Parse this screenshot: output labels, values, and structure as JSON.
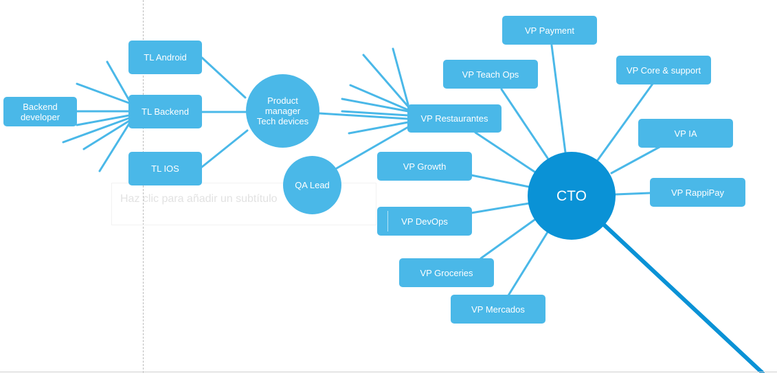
{
  "colors": {
    "node": "#4ab8e8",
    "cto": "#0a92d6",
    "line": "#4ab8e8",
    "thick_line": "#0a92d6"
  },
  "subtitle_placeholder": "Haz clic para añadir un subtítulo",
  "nodes": {
    "cto": "CTO",
    "vp_payment": "VP Payment",
    "vp_teach_ops": "VP Teach Ops",
    "vp_core_support": "VP Core & support",
    "vp_restaurantes": "VP Restaurantes",
    "vp_ia": "VP IA",
    "vp_rappipay": "VP RappiPay",
    "vp_growth": "VP Growth",
    "vp_devops": "VP DevOps",
    "vp_groceries": "VP Groceries",
    "vp_mercados": "VP Mercados",
    "qa_lead": "QA Lead",
    "product_manager": "Product manager\nTech devices",
    "tl_android": "TL Android",
    "tl_backend": "TL Backend",
    "tl_ios": "TL IOS",
    "backend_developer": "Backend\ndeveloper"
  }
}
